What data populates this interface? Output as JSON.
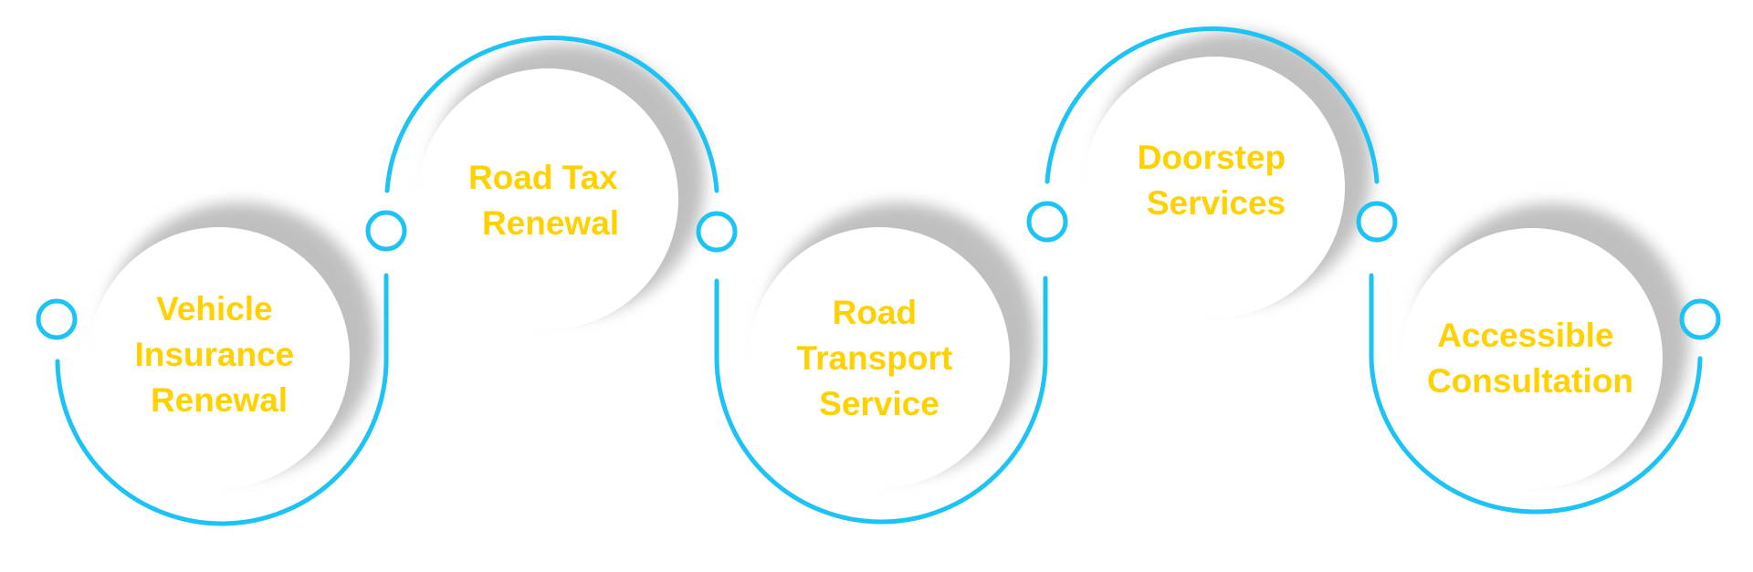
{
  "diagram": {
    "accent_color": "#1EC3F5",
    "text_color": "#FFD100",
    "steps": [
      {
        "lines": [
          "Vehicle",
          "Insurance",
          "Renewal"
        ]
      },
      {
        "lines": [
          "Road Tax",
          "Renewal"
        ]
      },
      {
        "lines": [
          "Road",
          "Transport",
          "Service"
        ]
      },
      {
        "lines": [
          "Doorstep",
          "Services"
        ]
      },
      {
        "lines": [
          "Accessible",
          "Consultation"
        ]
      }
    ]
  }
}
